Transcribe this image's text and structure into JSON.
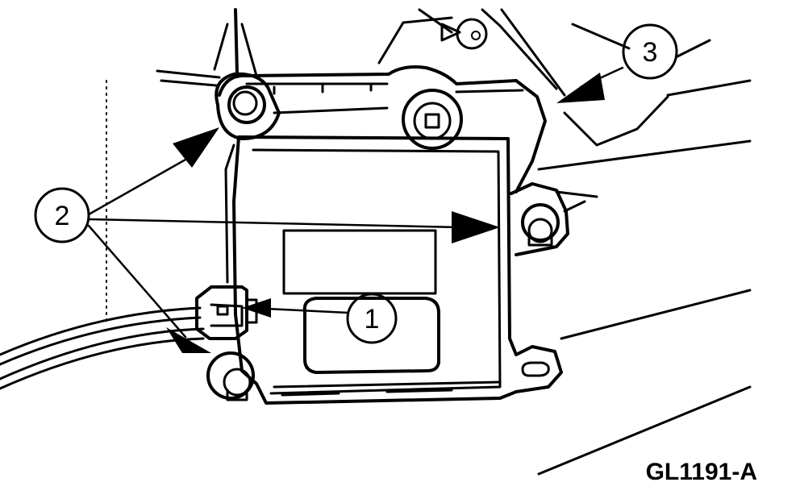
{
  "figure_code": "GL1191-A",
  "callouts": [
    {
      "label": "1"
    },
    {
      "label": "2"
    },
    {
      "label": "3"
    }
  ]
}
